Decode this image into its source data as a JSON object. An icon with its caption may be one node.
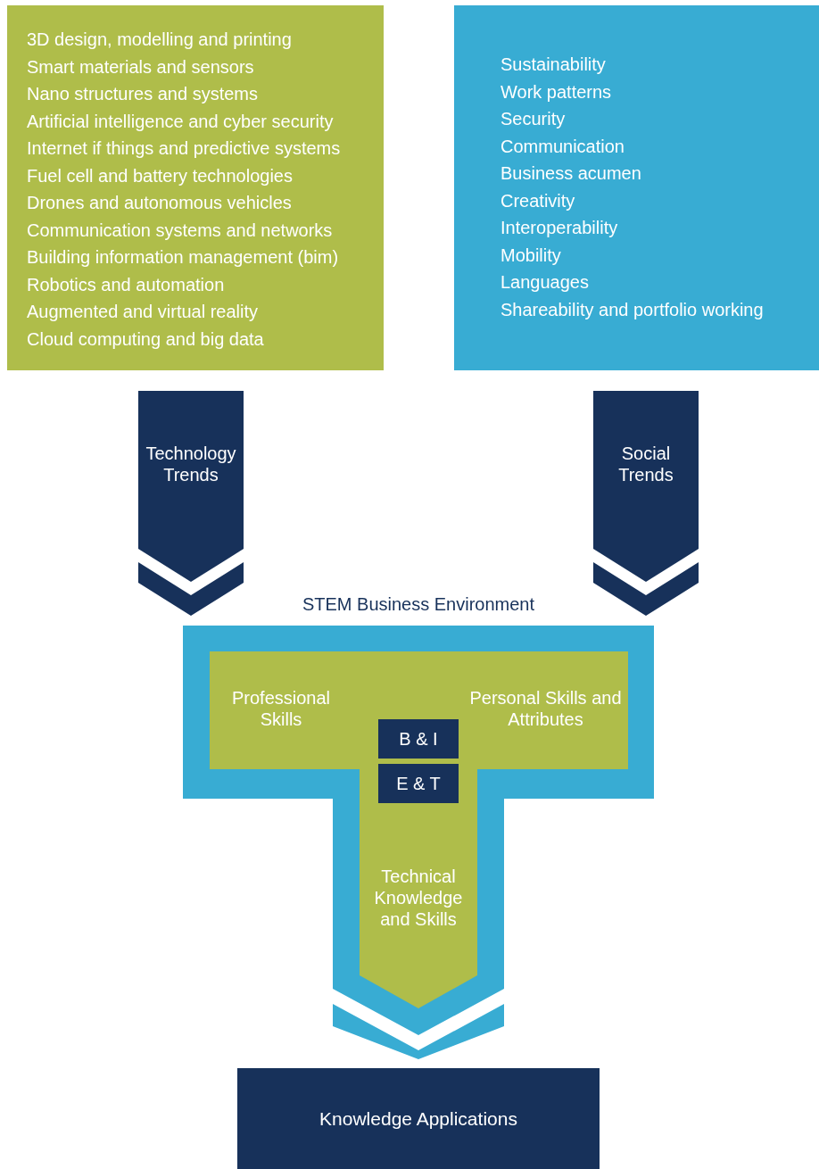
{
  "diagram": {
    "nodes": [
      {
        "text": [
          "3D design, modelling and printing",
          "Smart materials and sensors",
          "Nano structures and systems",
          "Artificial intelligence and cyber security",
          "Internet if things and predictive systems",
          "Fuel cell and battery technologies",
          "Drones and autonomous vehicles",
          "Communication systems and networks",
          "Building information management (bim)",
          "Robotics and automation",
          "Augmented and virtual reality",
          "Cloud computing and big data"
        ]
      },
      {
        "text": [
          "Sustainability",
          "Work patterns",
          "Security",
          "Communication",
          "Business acumen",
          "Creativity",
          "Interoperability",
          "Mobility",
          "Languages",
          "Shareability and portfolio working"
        ]
      },
      {
        "text": [
          "Technology Trends"
        ]
      },
      {
        "text": [
          "Social Trends"
        ]
      },
      {
        "text": [
          "STEM Business Environment"
        ]
      },
      {
        "text": [
          "Professional Skills",
          "Personal Skills and Attributes",
          "Technical Knowledge and Skills"
        ],
        "in": 4
      },
      {
        "text": [
          "B & I"
        ],
        "in": 5
      },
      {
        "text": [
          "E & T"
        ],
        "in": 5
      },
      {
        "text": [
          "Knowledge Applications"
        ]
      }
    ]
  }
}
